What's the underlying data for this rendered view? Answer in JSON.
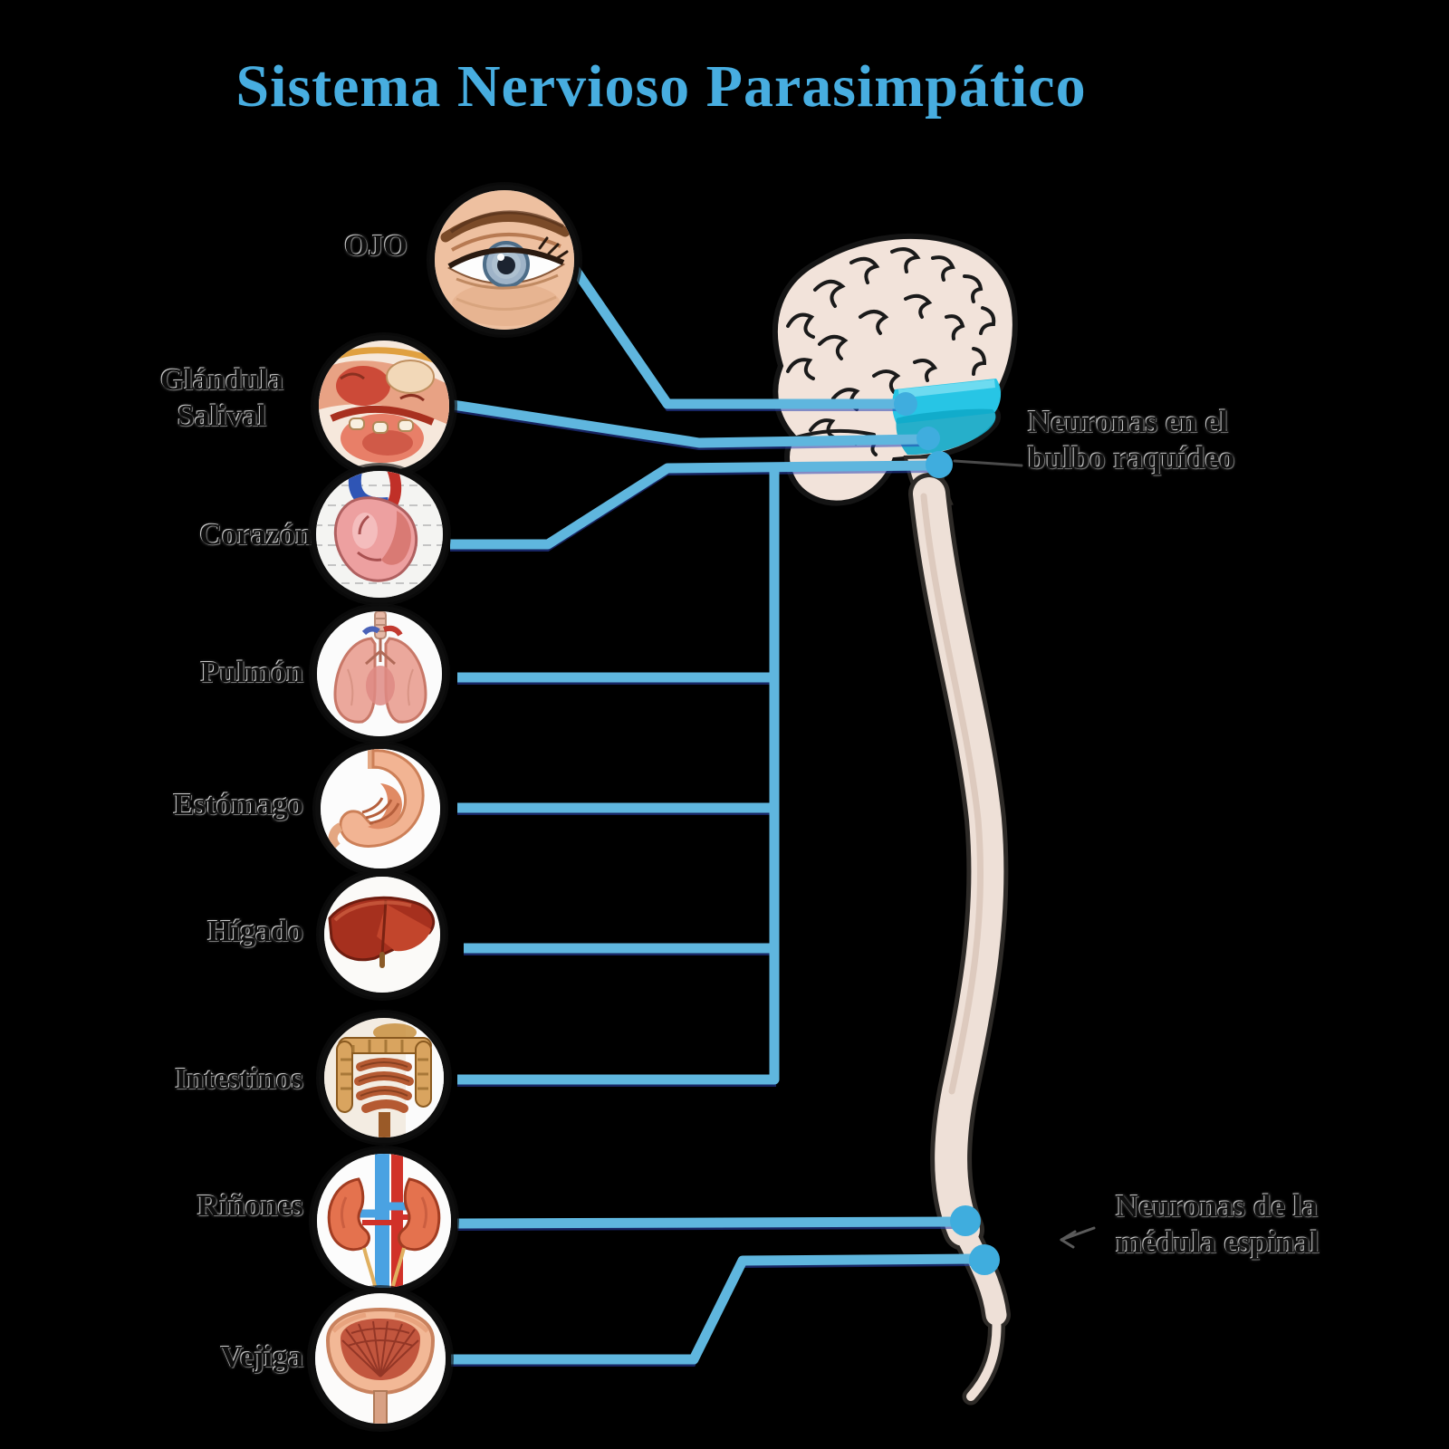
{
  "title": "Sistema Nervioso Parasimpático",
  "colors": {
    "background": "#000000",
    "nerve_line": "#5fb6de",
    "nerve_line_shadow": "#2a44b4",
    "neuron_dot": "#3fadde",
    "cerebellum_highlight": "#27c5e5",
    "brain_fill": "#f2e3da",
    "spine_fill": "#eee0d7",
    "spine_outline": "#2d2a27",
    "title_blue": "#47ade0",
    "label_ink": "#0d0d0d"
  },
  "organs": [
    {
      "id": "ojo",
      "label": "OJO"
    },
    {
      "id": "glandula-salival",
      "label": "Glándula Salival"
    },
    {
      "id": "corazon",
      "label": "Corazón"
    },
    {
      "id": "pulmon",
      "label": "Pulmón"
    },
    {
      "id": "estomago",
      "label": "Estómago"
    },
    {
      "id": "higado",
      "label": "Hígado"
    },
    {
      "id": "intestinos",
      "label": "Intestinos"
    },
    {
      "id": "rinones",
      "label": "Riñones"
    },
    {
      "id": "vejiga",
      "label": "Vejiga"
    }
  ],
  "annotations": {
    "bulbo": {
      "line1": "Neuronas en el",
      "line2": "bulbo raquídeo"
    },
    "medula": {
      "line1": "Neuronas de la",
      "line2": "médula espinal"
    }
  }
}
